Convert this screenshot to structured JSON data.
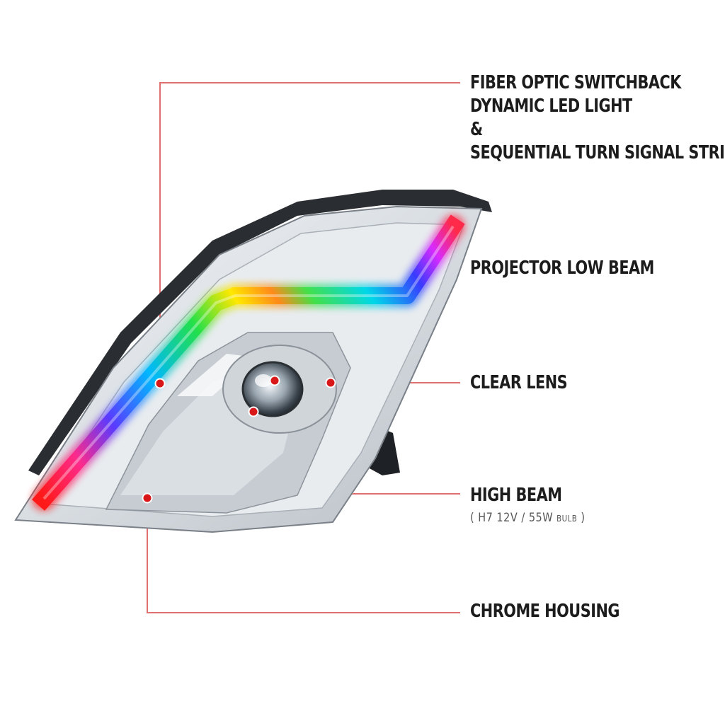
{
  "callouts": {
    "fiber_optic": {
      "lines": [
        "FIBER OPTIC SWITCHBACK",
        "DYNAMIC LED LIGHT",
        "&",
        "SEQUENTIAL TURN SIGNAL STRIP"
      ]
    },
    "projector": {
      "label": "PROJECTOR LOW BEAM"
    },
    "clear_lens": {
      "label": "CLEAR LENS"
    },
    "high_beam": {
      "label": "HIGH BEAM",
      "spec_open": "( H7  12V / 55W ",
      "spec_unit": "BULB",
      "spec_close": " )"
    },
    "chrome_housing": {
      "label": "CHROME HOUSING"
    }
  },
  "colors": {
    "leader_line": "#e07070",
    "marker_dot": "#d81818",
    "text": "#1c1c1c"
  }
}
